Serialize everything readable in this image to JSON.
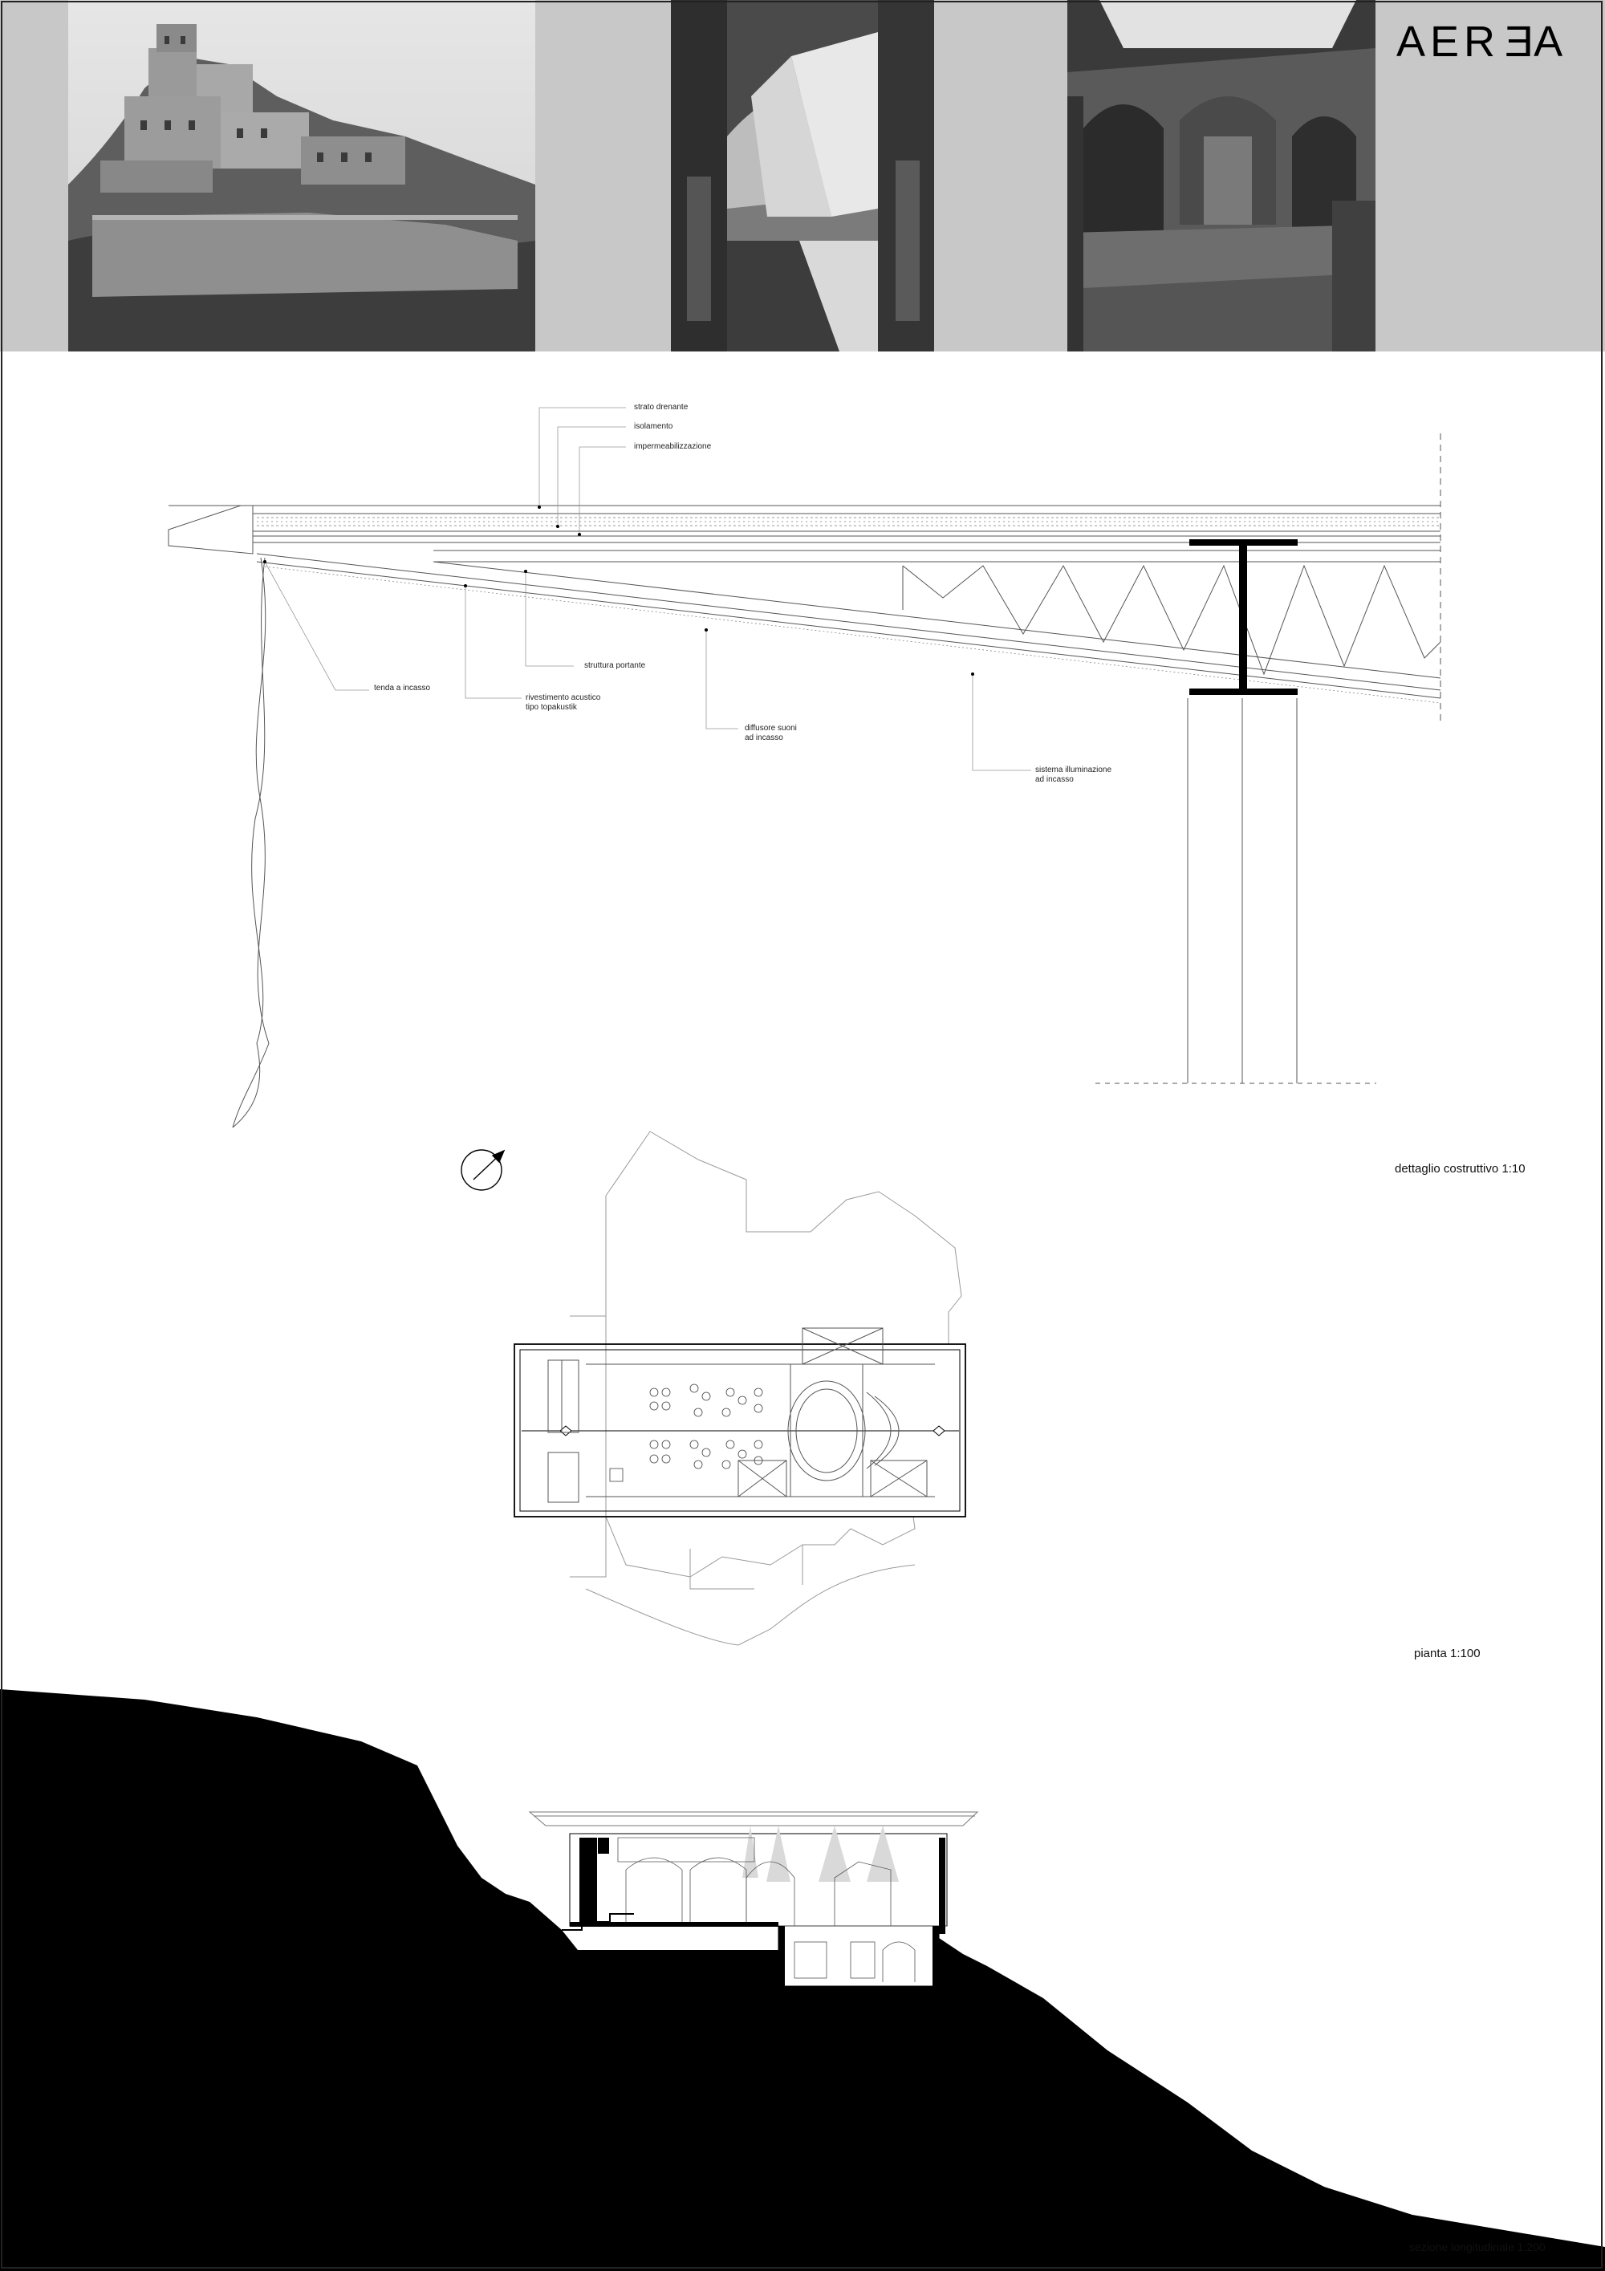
{
  "logo": {
    "text_a": "AER",
    "text_reversed_e": "E",
    "text_b": "A"
  },
  "photos": [
    {
      "name": "castle-hill-photo"
    },
    {
      "name": "arch-canopy-photo"
    },
    {
      "name": "ruined-interior-photo"
    }
  ],
  "detail": {
    "title": "dettaglio costruttivo 1:10",
    "labels": {
      "strato": "strato drenante",
      "isolamento": "isolamento",
      "imperm": "impermeabilizzazione",
      "struttura": "struttura portante",
      "tenda": "tenda a incasso",
      "rivestimento_1": "rivestimento acustico",
      "rivestimento_2": "tipo topakustik",
      "diffusore_1": "diffusore suoni",
      "diffusore_2": "ad incasso",
      "sistema_1": "sistema illuminazione",
      "sistema_2": "ad incasso"
    }
  },
  "plan": {
    "title": "pianta 1:100",
    "north_icon": "north-arrow-icon"
  },
  "section": {
    "title": "sezione longitudinale 1:200"
  },
  "colors": {
    "ink": "#000000",
    "line": "#444444",
    "header_bg": "#c8c8c8"
  }
}
